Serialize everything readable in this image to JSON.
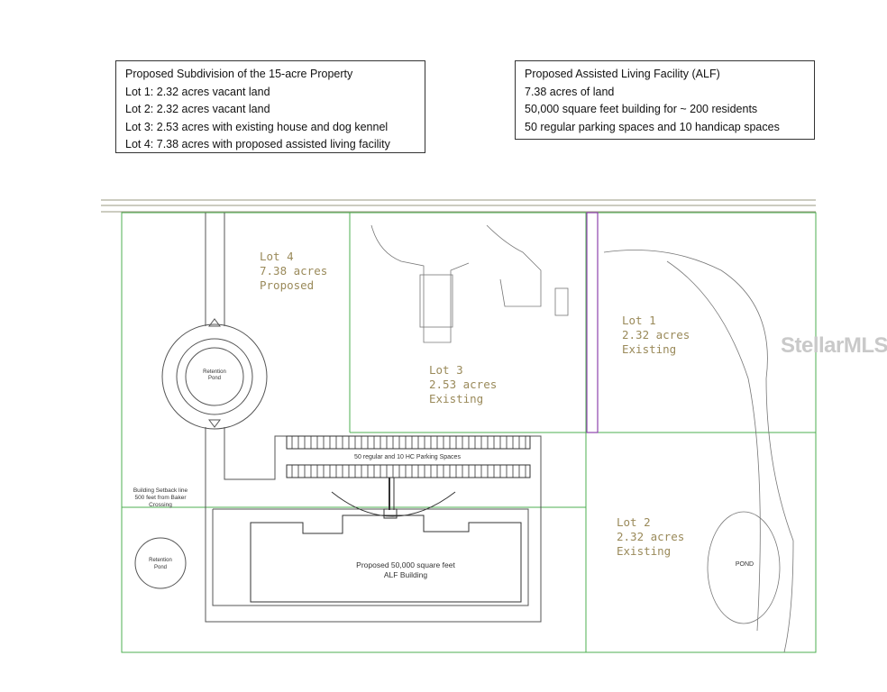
{
  "subdivision_box": {
    "title": "Proposed Subdivision of the 15-acre Property",
    "lines": [
      "Lot 1:  2.32 acres vacant land",
      "Lot 2:  2.32 acres vacant land",
      "Lot 3:  2.53 acres with existing house and dog kennel",
      "Lot 4:  7.38 acres with proposed assisted living facility"
    ]
  },
  "alf_box": {
    "title": "Proposed Assisted Living Facility (ALF)",
    "lines": [
      "7.38 acres of land",
      "50,000 square feet building for ~ 200 residents",
      "50 regular parking spaces and 10 handicap spaces"
    ]
  },
  "plan": {
    "lot4": [
      "Lot 4",
      "7.38 acres",
      "Proposed"
    ],
    "lot3": [
      "Lot 3",
      "2.53 acres",
      "Existing"
    ],
    "lot1": [
      "Lot 1",
      "2.32 acres",
      "Existing"
    ],
    "lot2": [
      "Lot 2",
      "2.32 acres",
      "Existing"
    ],
    "retention_pond_top": [
      "Retention",
      "Pond"
    ],
    "retention_pond_bottom": [
      "Retention",
      "Pond"
    ],
    "parking_label": "50 regular and 10 HC Parking Spaces",
    "setback": [
      "Building Setback line",
      "500 feet from Baker",
      "Crossing"
    ],
    "building": [
      "Proposed 50,000 square feet",
      "ALF Building"
    ],
    "pond": "POND"
  },
  "watermark": "StellarMLS",
  "colors": {
    "green_line": "#4caf50",
    "purple_line": "#8e44ad",
    "label_tan": "#9a8a5a"
  }
}
